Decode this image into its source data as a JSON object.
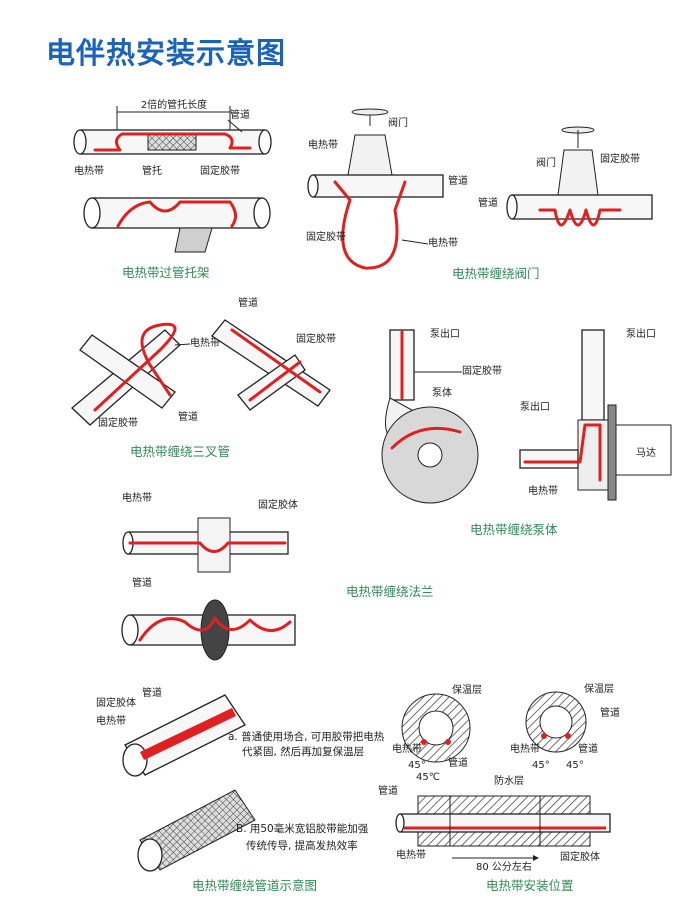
{
  "title": "电伴热安装示意图",
  "diagrams": {
    "pipe_support": {
      "dimension_label": "2倍的管托长度",
      "pipe_label": "管道",
      "heater_label": "电热带",
      "support_label": "管托",
      "tape_label": "固定胶带",
      "caption": "电热带过管托架"
    },
    "valve": {
      "valve_label": "阀门",
      "heater_label": "电热带",
      "pipe_label": "管道",
      "tape_label": "固定胶带",
      "heater_label2": "电热带",
      "valve_label2": "阀门",
      "tape_label2": "固定胶带",
      "pipe_label2": "管道",
      "caption": "电热带缠绕阀门"
    },
    "tee": {
      "heater_label": "电热带",
      "pipe_label": "管道",
      "tape_label": "固定胶带",
      "tape_label2": "固定胶带",
      "pipe_label2": "管道",
      "caption": "电热带缠绕三叉管"
    },
    "pump": {
      "outlet_label": "泵出口",
      "tape_label": "固定胶带",
      "body_label": "泵体",
      "outlet_label2": "泵出口",
      "outlet_label3": "泵出口",
      "motor_label": "马达",
      "heater_label": "电热带",
      "caption": "电热带缠绕泵体"
    },
    "flange": {
      "heater_label": "电热带",
      "fixture_label": "固定胶体",
      "pipe_label": "管道",
      "caption": "电热带缠绕法兰"
    },
    "wrapping": {
      "fixture_label": "固定胶体",
      "pipe_label": "管道",
      "heater_label": "电热带",
      "note_a_line1": "a. 普通使用场合, 可用胶带把电热",
      "note_a_line2": "代紧固, 然后再加复保温层",
      "note_b_line1": "B. 用50毫米宽铝胶带能加强",
      "note_b_line2": "传统传导, 提高发热效率",
      "caption": "电热带缠绕管道示意图"
    },
    "position": {
      "insulation_label": "保温层",
      "insulation_label2": "保温层",
      "pipe_label": "管道",
      "heater_label": "电热带",
      "pipe_label2": "管道",
      "heater_label2": "电热带",
      "pipe_label3": "管道",
      "angle_1": "45°",
      "angle_2": "45℃",
      "angle_3": "45°",
      "angle_4": "45°",
      "waterproof_label": "防水层",
      "pipe_label4": "管道",
      "heater_label3": "电热带",
      "spacing_label": "80 公分左右",
      "fixture_label": "固定胶体",
      "caption": "电热带安装位置"
    }
  }
}
